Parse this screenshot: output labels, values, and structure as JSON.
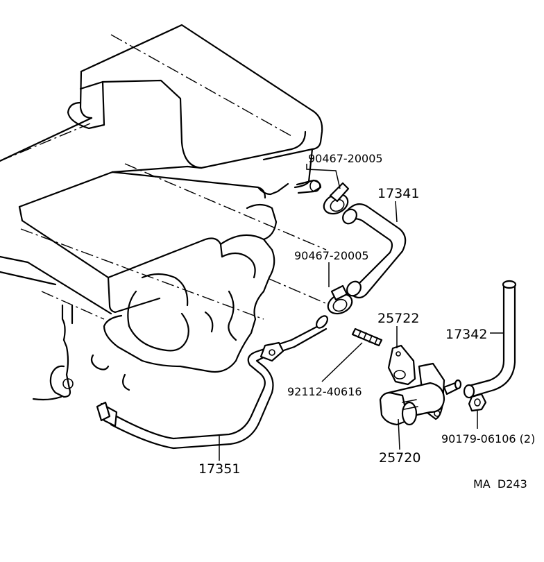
{
  "labels": {
    "clamp_upper": "90467-20005",
    "hose_17341": "17341",
    "clamp_lower": "90467-20005",
    "bracket_25722": "25722",
    "hose_17342": "17342",
    "stud": "92112-40616",
    "valve_25720": "25720",
    "nut": "90179-06106 (2)",
    "pipe_17351": "17351",
    "diagram_code": "MA  D243"
  }
}
